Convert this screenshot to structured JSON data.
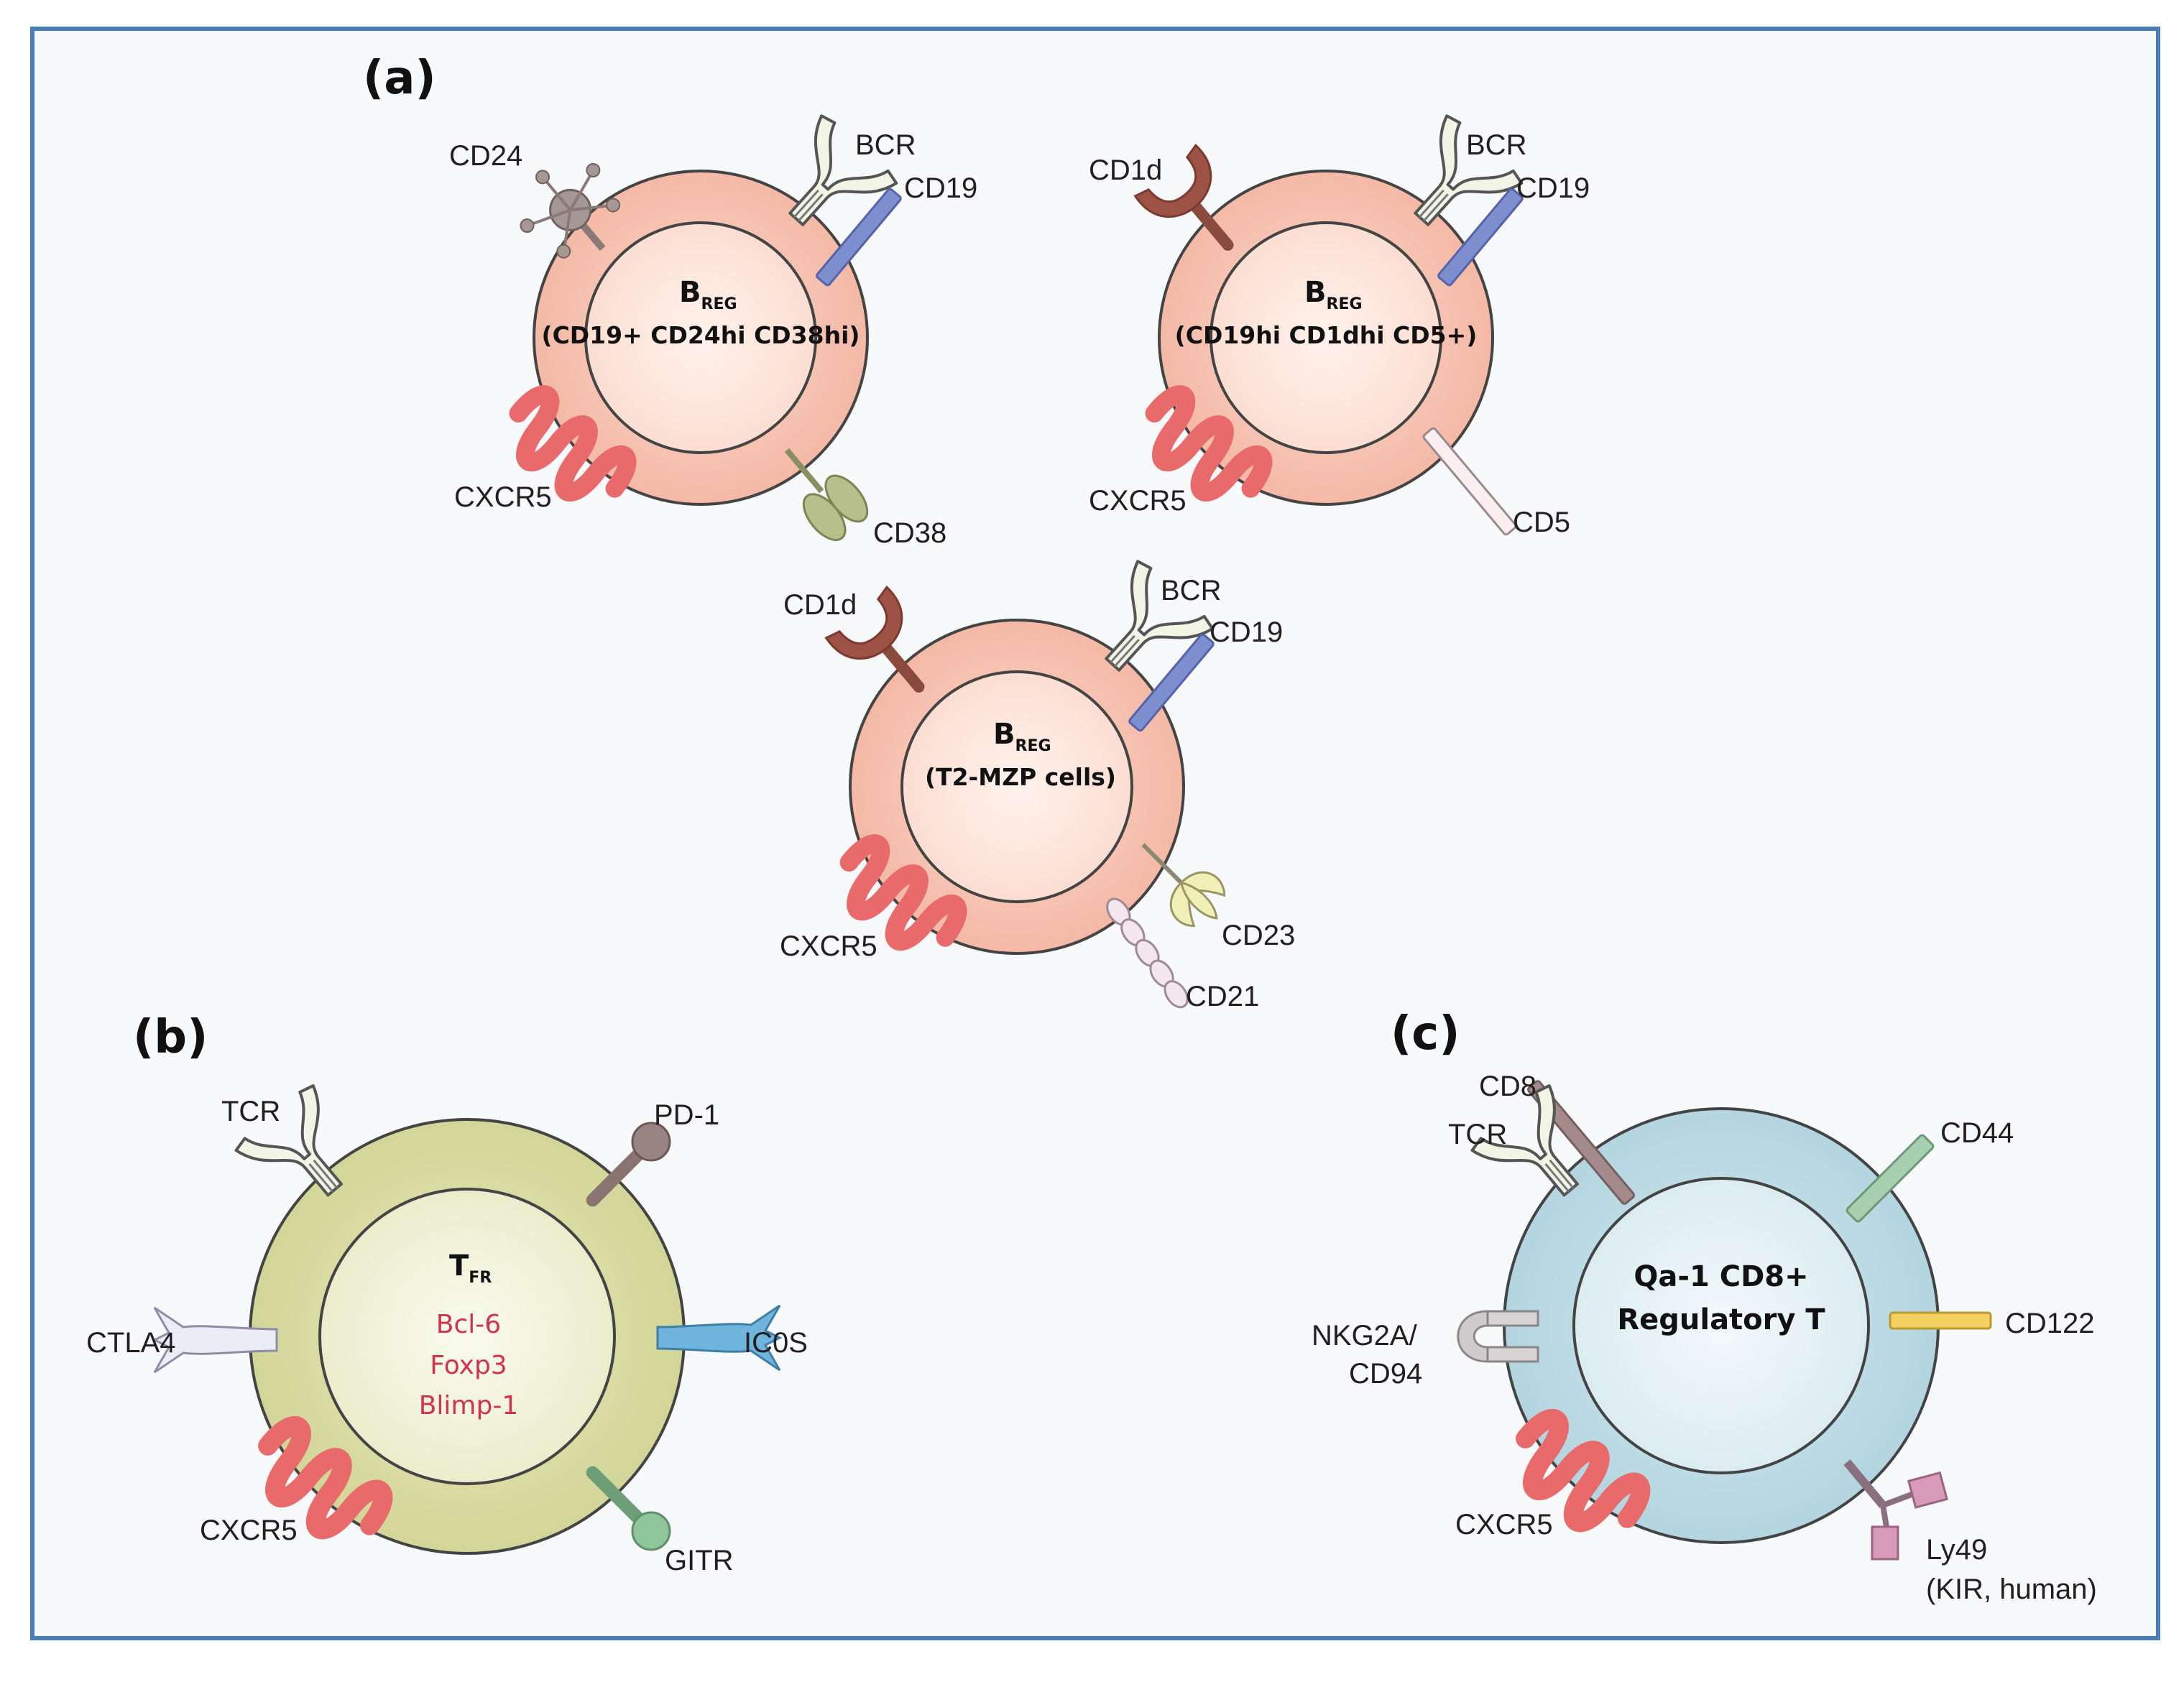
{
  "panels": {
    "a": "(a)",
    "b": "(b)",
    "c": "(c)"
  },
  "cell1": {
    "title": "B",
    "title_sub": "REG",
    "subtitle": "(CD19+ CD24hi CD38hi)",
    "labels": {
      "cd24": "CD24",
      "bcr": "BCR",
      "cd19": "CD19",
      "cxcr5": "CXCR5",
      "cd38": "CD38"
    }
  },
  "cell2": {
    "title": "B",
    "title_sub": "REG",
    "subtitle": "(CD19hi CD1dhi CD5+)",
    "labels": {
      "cd1d": "CD1d",
      "bcr": "BCR",
      "cd19": "CD19",
      "cxcr5": "CXCR5",
      "cd5": "CD5"
    }
  },
  "cell3": {
    "title": "B",
    "title_sub": "REG",
    "subtitle": "(T2-MZP cells)",
    "labels": {
      "cd1d": "CD1d",
      "bcr": "BCR",
      "cd19": "CD19",
      "cxcr5": "CXCR5",
      "cd23": "CD23",
      "cd21": "CD21"
    }
  },
  "cell4": {
    "title": "T",
    "title_sub": "FR",
    "markers": [
      "Bcl-6",
      "Foxp3",
      "Blimp-1"
    ],
    "labels": {
      "tcr": "TCR",
      "pd1": "PD-1",
      "ctla4": "CTLA4",
      "icos": "IC0S",
      "cxcr5": "CXCR5",
      "gitr": "GITR"
    }
  },
  "cell5": {
    "title_line1": "Qa-1 CD8+",
    "title_line2": "Regulatory T",
    "labels": {
      "cd8": "CD8",
      "tcr": "TCR",
      "cd44": "CD44",
      "nkg2a_line1": "NKG2A/",
      "nkg2a_line2": "CD94",
      "cd122": "CD122",
      "cxcr5": "CXCR5",
      "ly49_line1": "Ly49",
      "ly49_line2": "(KIR, human)"
    }
  },
  "colors": {
    "border": "#4a7ebb",
    "background": "#f8f9fa",
    "breg_cell": "#f6c3b2",
    "breg_nucleus": "#fde6dd",
    "tfr_cell": "#d8dba4",
    "tfr_nucleus": "#f1f2d9",
    "treg_cell": "#bddbe4",
    "treg_nucleus": "#e3f0f4",
    "cxcr5": "#e86a6a",
    "cd1d": "#9c5346",
    "cd19": "#7e8fcf",
    "bcr": "#f1f3e2",
    "cd24": "#a59793",
    "cd38": "#b7bf8a",
    "cd23": "#f1efb5",
    "cd21": "#f1e3ea",
    "pd1": "#9a8482",
    "ctla4": "#e9e9f4",
    "icos": "#6fb4dc",
    "gitr": "#8fc59b",
    "cd8": "#a58a8c",
    "cd44": "#a7d0b0",
    "cd122": "#f3d060",
    "nkg2a": "#d0cbcc",
    "ly49": "#d79ab9"
  }
}
